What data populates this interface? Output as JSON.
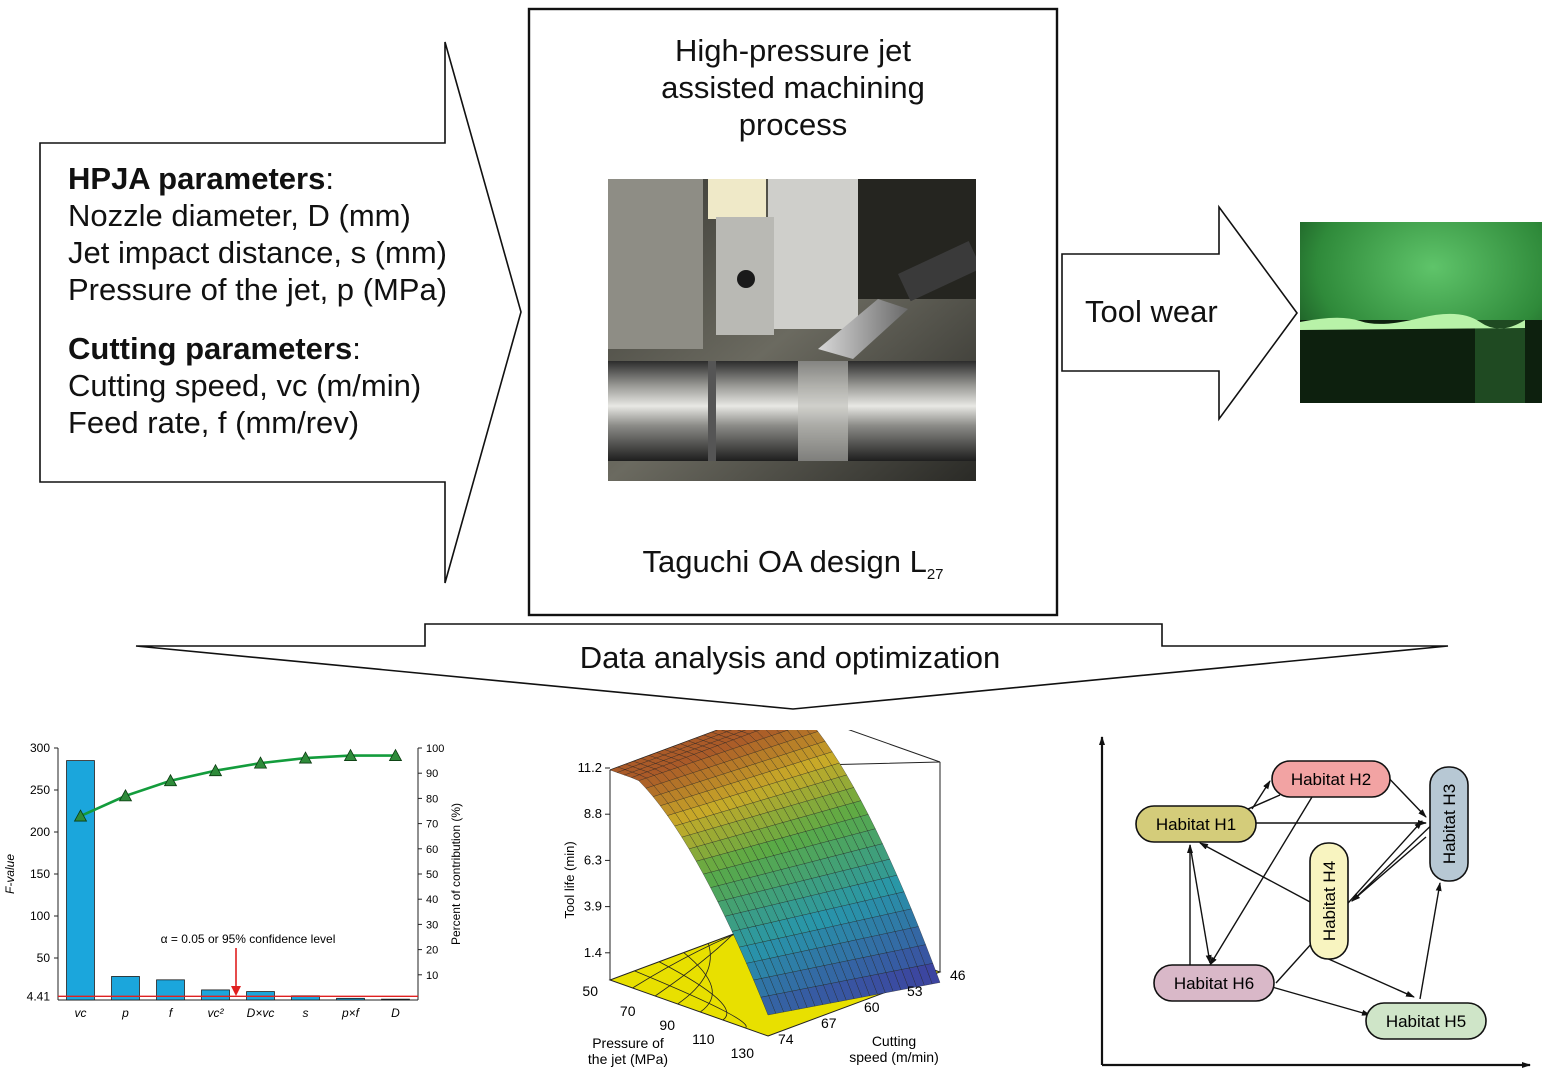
{
  "inputs": {
    "hpja_heading": "HPJA parameters",
    "hpja_items": [
      "Nozzle diameter, D (mm)",
      "Jet impact distance, s (mm)",
      "Pressure of the jet, p (MPa)"
    ],
    "cutting_heading": "Cutting parameters",
    "cutting_items": [
      "Cutting speed, vc (m/min)",
      "Feed rate, f (mm/rev)"
    ],
    "colon": ":"
  },
  "process": {
    "title_lines": [
      "High-pressure jet",
      "assisted machining",
      "process"
    ],
    "design_label": "Taguchi OA design L",
    "design_sub": "27"
  },
  "output": {
    "tool_wear_label": "Tool wear"
  },
  "analysis": {
    "label": "Data analysis and optimization"
  },
  "chart_data": [
    {
      "type": "bar",
      "ylabel": "F-value",
      "y2label": "Percent of contribution (%)",
      "categories": [
        "vc",
        "p",
        "f",
        "vc²",
        "D×vc",
        "s",
        "p×f",
        "D"
      ],
      "values": [
        285,
        28,
        24,
        12,
        10,
        5,
        2,
        1
      ],
      "yticks": [
        50,
        100,
        150,
        200,
        250,
        300
      ],
      "ylim": [
        0,
        300
      ],
      "threshold": 4.41,
      "threshold_label": "4.41",
      "annotation": "α = 0.05 or 95% confidence level",
      "cumulative_percent": [
        73,
        81,
        87,
        91,
        94,
        96,
        97,
        97
      ],
      "y2ticks": [
        10,
        20,
        30,
        40,
        50,
        60,
        70,
        80,
        90,
        100
      ],
      "y2lim": [
        0,
        100
      ],
      "colors": {
        "bar": "#1ba6dc",
        "line": "#139c3c",
        "marker": "#2e8b3a",
        "threshold": "#e02020"
      }
    },
    {
      "type": "surface",
      "zlabel": "Tool life (min)",
      "zticks": [
        "1.4",
        "3.9",
        "6.3",
        "8.8",
        "11.2"
      ],
      "xlabel": "Pressure of the jet (MPa)",
      "xlabel_lines": [
        "Pressure of",
        "the jet (MPa)"
      ],
      "xticks": [
        "50",
        "70",
        "90",
        "110",
        "130"
      ],
      "ylabel": "Cutting speed (m/min)",
      "ylabel_lines": [
        "Cutting",
        "speed (m/min)"
      ],
      "yticks": [
        "46",
        "53",
        "60",
        "67",
        "74"
      ]
    }
  ],
  "habitat_diagram": {
    "nodes": [
      {
        "id": "H1",
        "label": "Habitat H1",
        "color": "#d4cc7a"
      },
      {
        "id": "H2",
        "label": "Habitat H2",
        "color": "#f2a3a3"
      },
      {
        "id": "H3",
        "label": "Habitat H3",
        "color": "#b7c8d4"
      },
      {
        "id": "H4",
        "label": "Habitat H4",
        "color": "#f8f4c0"
      },
      {
        "id": "H5",
        "label": "Habitat H5",
        "color": "#cfe5c8"
      },
      {
        "id": "H6",
        "label": "Habitat H6",
        "color": "#d9b8c8"
      }
    ]
  }
}
